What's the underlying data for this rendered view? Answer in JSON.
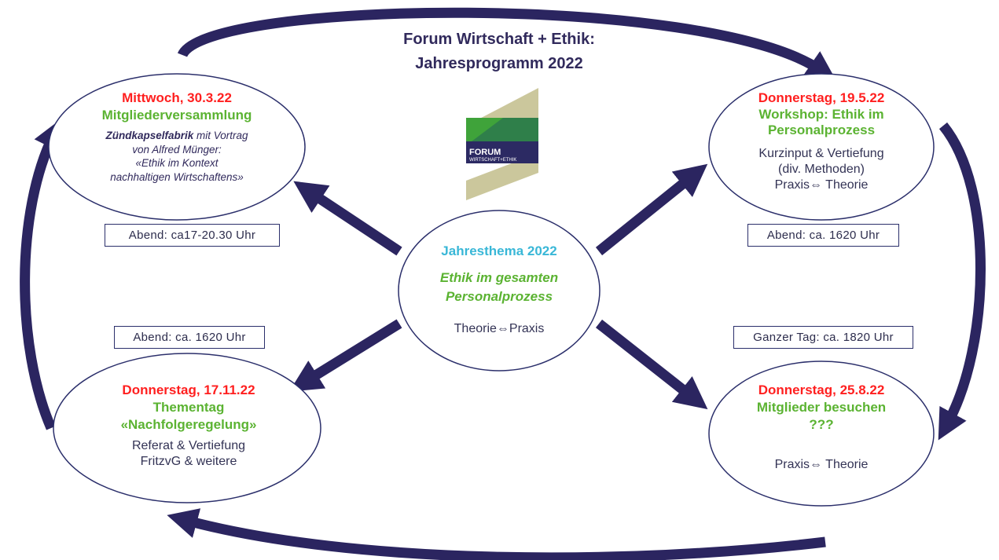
{
  "title": {
    "line1": "Forum Wirtschaft + Ethik:",
    "line2": "Jahresprogramm 2022"
  },
  "logo": {
    "line1": "FORUM",
    "line2": "WIRTSCHAFT+ETHIK"
  },
  "center": {
    "heading": "Jahresthema 2022",
    "theme_line1": "Ethik im gesamten",
    "theme_line2": "Personalprozess",
    "relation": "Theorie⇔Praxis"
  },
  "events": {
    "march": {
      "date": "Mittwoch, 30.3.22",
      "title": "Mitgliederversammlung",
      "venue": "Zündkapselfabrik",
      "desc1": " mit Vortrag",
      "desc2": "von Alfred Münger:",
      "desc3": "«Ethik im Kontext",
      "desc4": "nachhaltigen Wirtschaftens»",
      "time": "Abend: ca17-20.30 Uhr"
    },
    "may": {
      "date": "Donnerstag, 19.5.22",
      "title1": "Workshop: Ethik im",
      "title2": "Personalprozess",
      "desc1": "Kurzinput & Vertiefung",
      "desc2": "(div. Methoden)",
      "desc3": "Praxis⇔ Theorie",
      "time": "Abend: ca. 1620 Uhr"
    },
    "august": {
      "date": "Donnerstag, 25.8.22",
      "title1": "Mitglieder besuchen",
      "title2": "???",
      "desc1": "Praxis⇔ Theorie",
      "time": "Ganzer Tag: ca. 1820 Uhr"
    },
    "november": {
      "date": "Donnerstag, 17.11.22",
      "title1": "Thementag",
      "title2": "«Nachfolgeregelung»",
      "desc1": "Referat & Vertiefung",
      "desc2": "FritzvG & weitere",
      "time": "Abend: ca. 1620 Uhr"
    }
  },
  "colors": {
    "navy": "#2b2560",
    "date_red": "#ff1f1f",
    "title_green": "#5bb332",
    "heading_cyan": "#39b7d7",
    "logo_green": "#3fa33a",
    "logo_olive": "#cbc79c",
    "logo_navy": "#2c2a63"
  }
}
